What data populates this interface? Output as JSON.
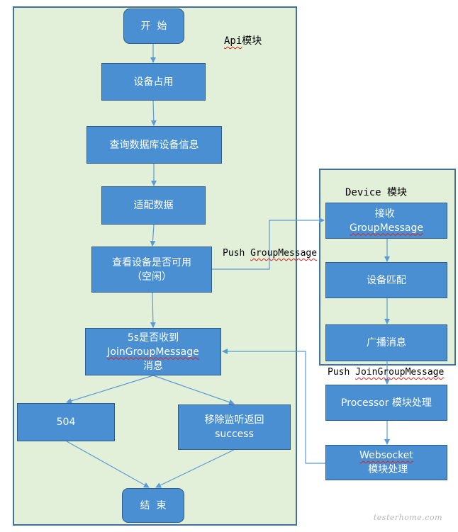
{
  "api_module": {
    "label_prefix": "Api",
    "label_suffix": "模块",
    "nodes": {
      "start": "开  始",
      "occupy": "设备占用",
      "query_db": "查询数据库设备信息",
      "adapt": "适配数据",
      "check_line1": "查看设备是否可用",
      "check_line2": "（空闲）",
      "wait_line1": "5s是否收到",
      "wait_line2_word": "JoinGroupMessage",
      "wait_line2_suffix": "消息",
      "timeout": "504",
      "remove_line1": "移除监听返回",
      "remove_line2": "success",
      "end": "结  束"
    }
  },
  "device_module": {
    "label": "Device 模块",
    "nodes": {
      "receive_prefix": "接收 ",
      "receive_word": "GroupMessage",
      "match": "设备匹配",
      "broadcast": "广播消息"
    }
  },
  "outside_nodes": {
    "processor": "Processor 模块处理",
    "websocket_word": "Websocket",
    "websocket_suffix": " 模块处理"
  },
  "edge_labels": {
    "push_group_prefix": "Push ",
    "push_group_word": "GroupMessage",
    "push_join_prefix": "Push ",
    "push_join_word": "JoinGroupMessage"
  },
  "watermark": "testerhome.com",
  "colors": {
    "module_fill": "#e2efd9",
    "module_border": "#41719c",
    "node_fill": "#4a8fd1",
    "arrow": "#5b9bd5"
  }
}
